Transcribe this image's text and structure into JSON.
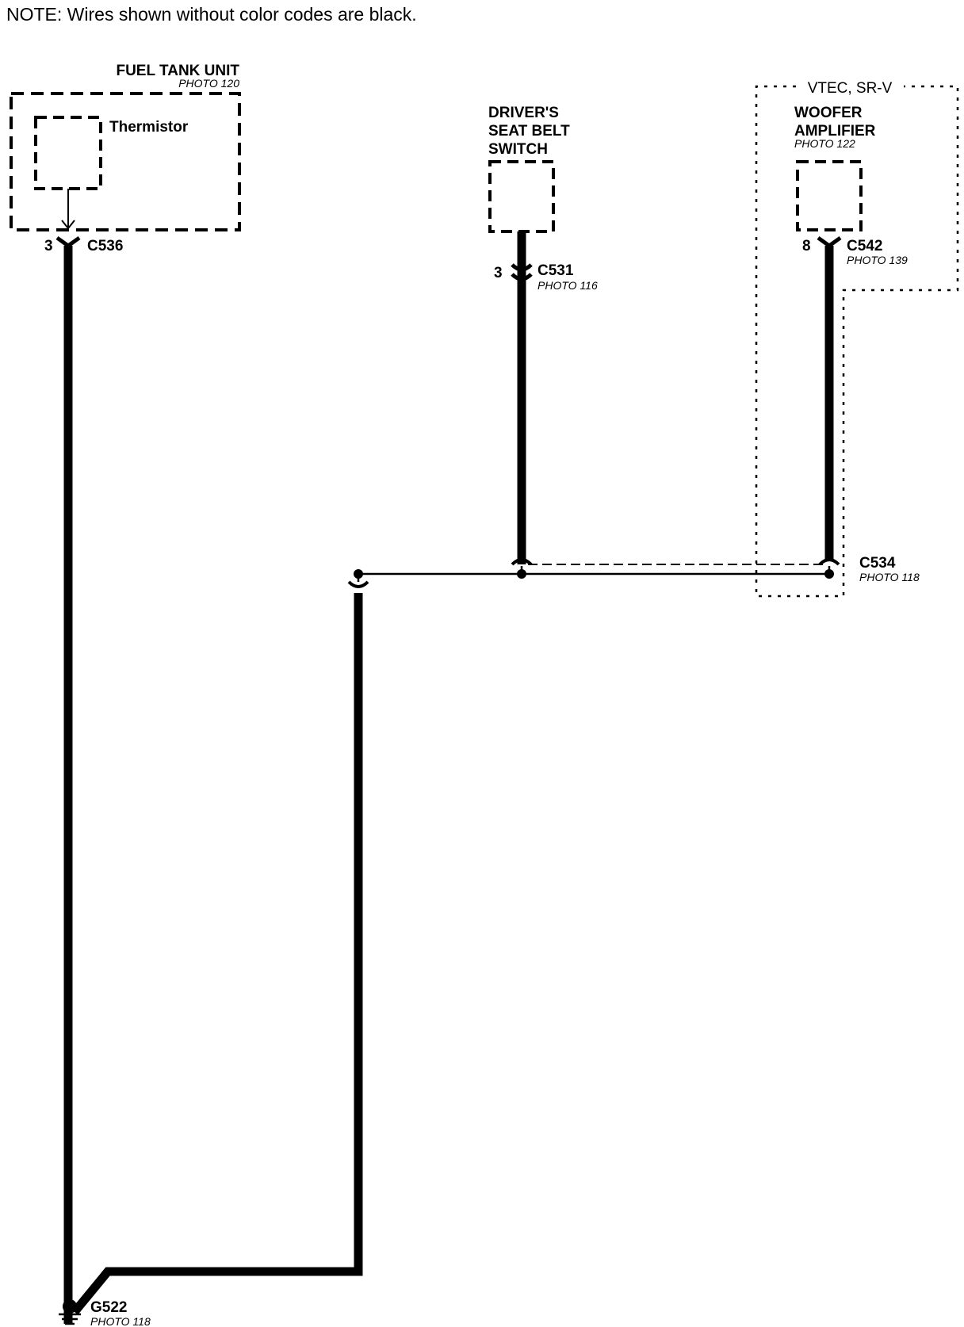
{
  "note": "NOTE: Wires shown without color codes are black.",
  "colors": {
    "wire": "#000000",
    "background": "#ffffff"
  },
  "fuel_tank_unit": {
    "title": "FUEL TANK UNIT",
    "photo": "PHOTO 120",
    "component": "Thermistor",
    "pin": "3",
    "connector": "C536"
  },
  "seat_belt_switch": {
    "title_lines": [
      "DRIVER'S",
      "SEAT BELT",
      "SWITCH"
    ],
    "pin": "3",
    "connector": "C531",
    "photo": "PHOTO 116"
  },
  "option_box": {
    "label": "VTEC, SR-V"
  },
  "woofer_amplifier": {
    "title_lines": [
      "WOOFER",
      "AMPLIFIER"
    ],
    "photo": "PHOTO 122",
    "pin": "8",
    "connector": "C542",
    "connector_photo": "PHOTO 139"
  },
  "joint_connector": {
    "id": "C534",
    "photo": "PHOTO 118"
  },
  "ground": {
    "id": "G522",
    "photo": "PHOTO 118"
  }
}
